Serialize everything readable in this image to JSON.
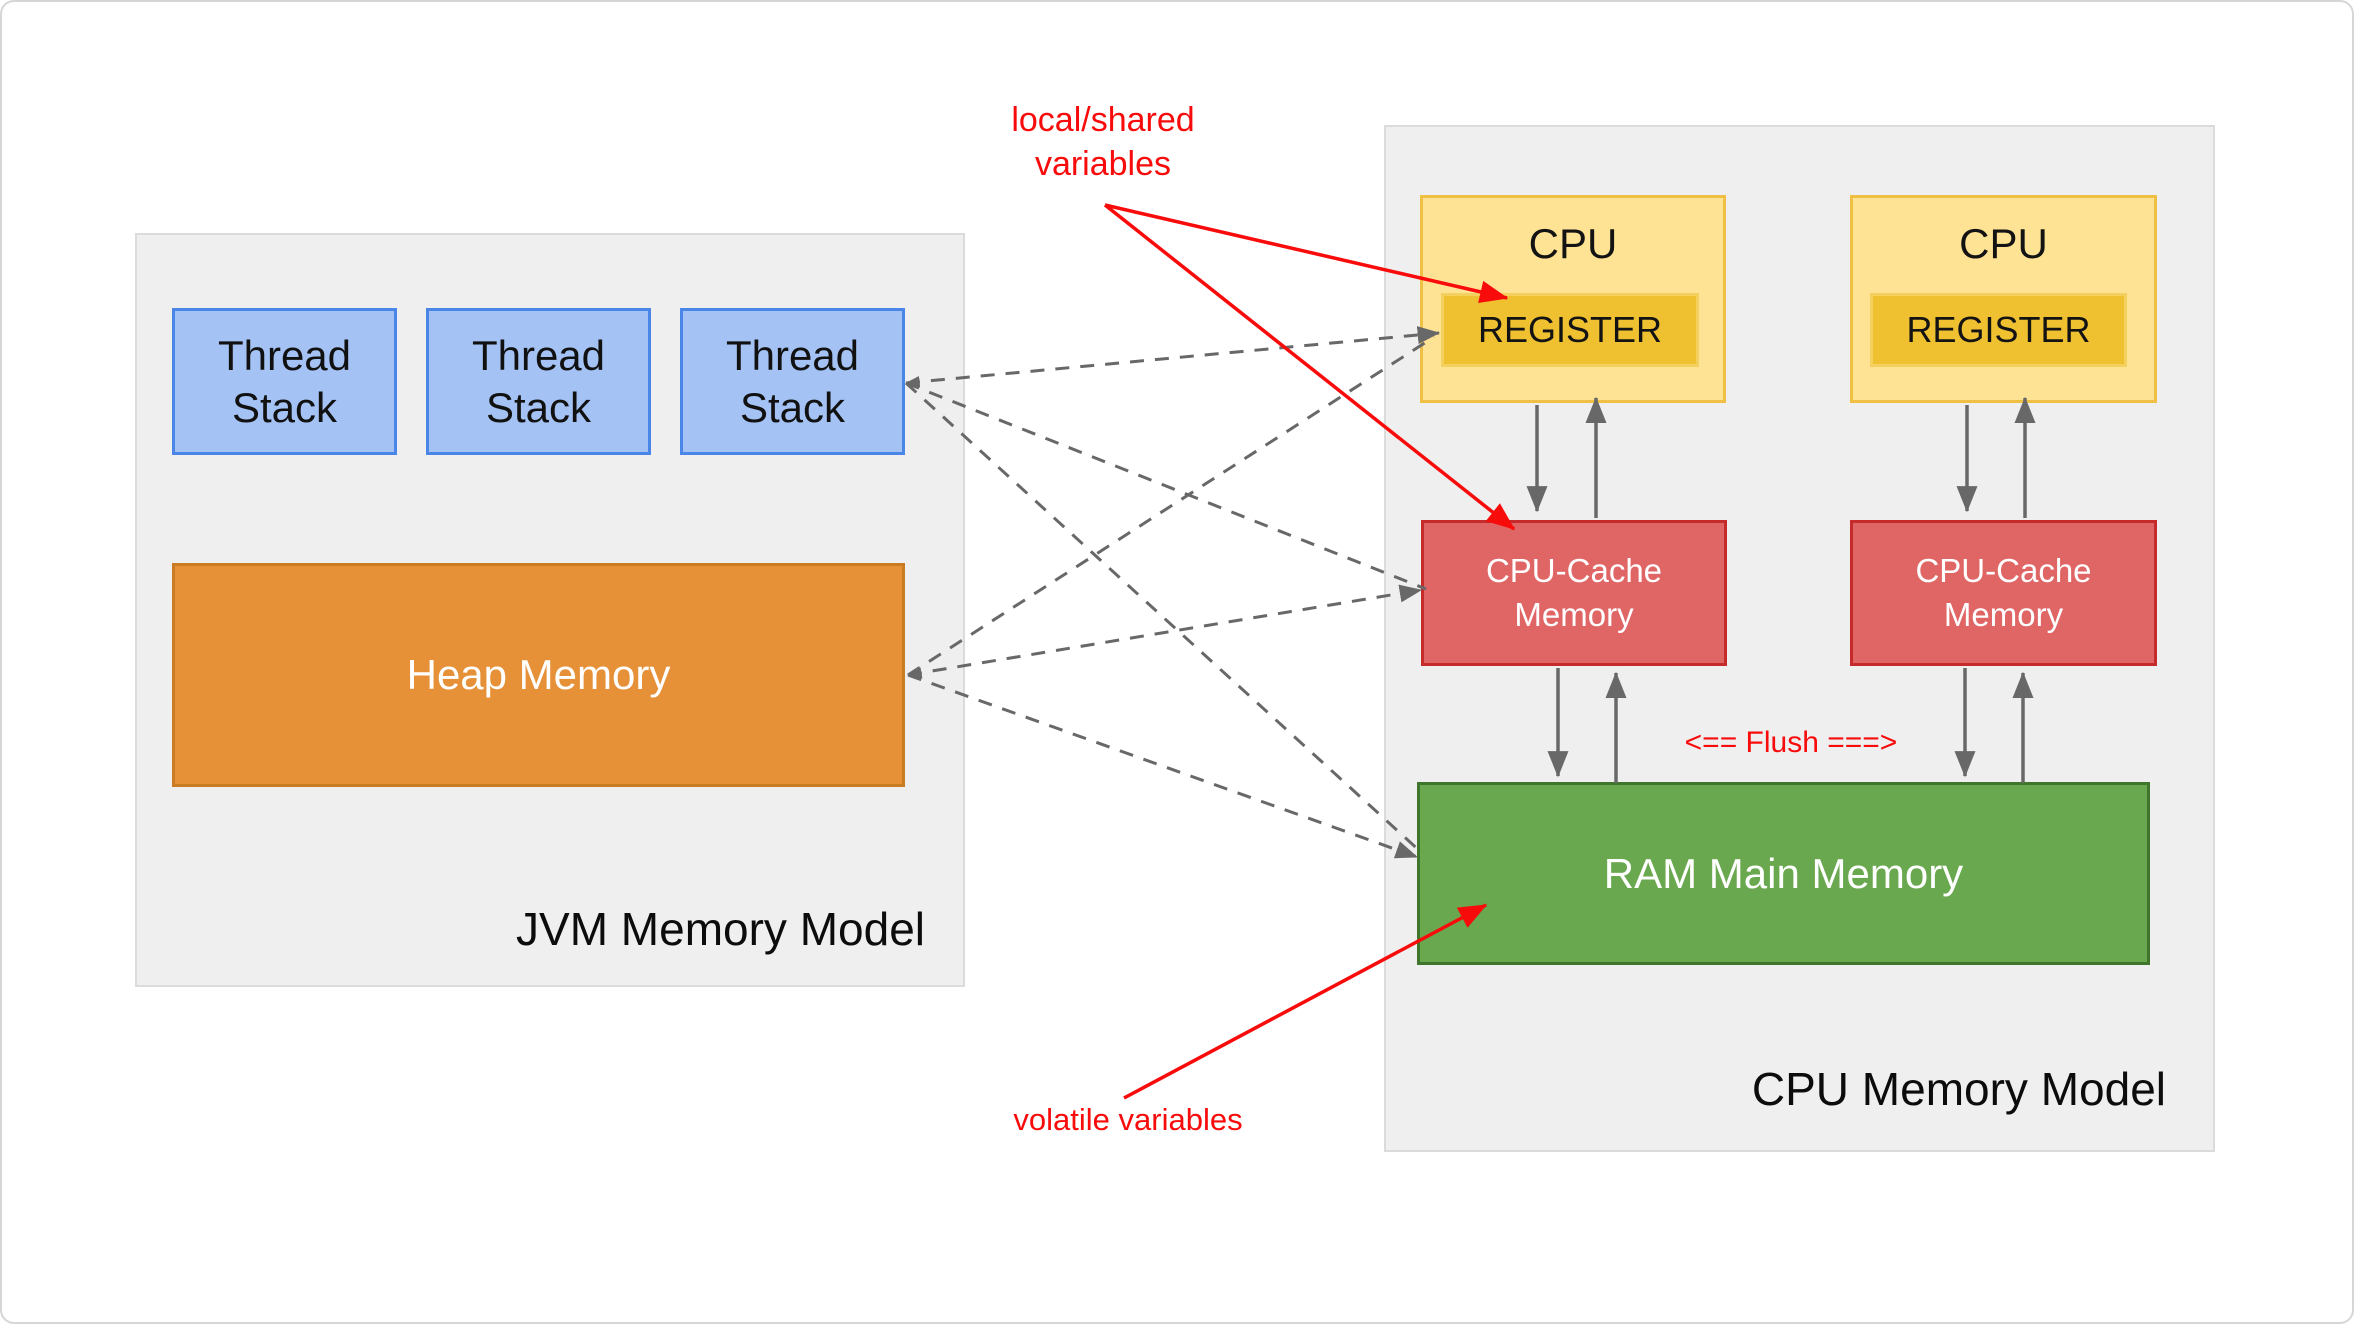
{
  "jvm": {
    "title": "JVM Memory Model",
    "thread_stacks": [
      "Thread\nStack",
      "Thread\nStack",
      "Thread\nStack"
    ],
    "heap": "Heap Memory"
  },
  "cpu": {
    "title": "CPU Memory Model",
    "units": [
      {
        "name": "CPU",
        "register": "REGISTER",
        "cache": "CPU-Cache\nMemory"
      },
      {
        "name": "CPU",
        "register": "REGISTER",
        "cache": "CPU-Cache\nMemory"
      }
    ],
    "ram": "RAM Main Memory"
  },
  "annotations": {
    "local_shared": "local/shared\nvariables",
    "volatile_vars": "volatile variables",
    "flush": "<== Flush ===>"
  },
  "colors": {
    "red": "#f80b0b",
    "grey_arrow": "#686868",
    "panel_fill": "#efefef",
    "panel_border": "#dbdbdb",
    "thread_fill": "#a4c2f4",
    "thread_border": "#4a86e8",
    "heap_fill": "#e69138",
    "heap_border": "#c97c21",
    "cpu_fill": "#ffe394",
    "cpu_border": "#efc043",
    "register_fill": "#efc131",
    "register_border": "#f4d05e",
    "cache_fill": "#e06666",
    "cache_border": "#c52b2b",
    "ram_fill": "#6aa84f",
    "ram_border": "#40752c"
  }
}
